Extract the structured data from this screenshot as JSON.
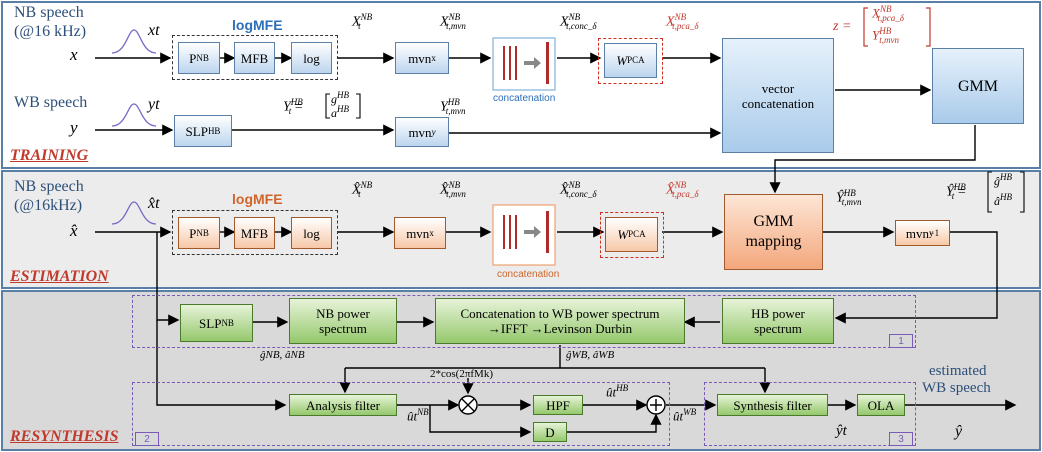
{
  "sections": {
    "training": "TRAINING",
    "estimation": "ESTIMATION",
    "resynthesis": "RESYNTHESIS"
  },
  "training": {
    "nb_speech": "NB speech",
    "nb_rate": "(@16 kHz)",
    "x_in": "x",
    "x_t": "xt",
    "logmfe": "logMFE",
    "p_nb": "P",
    "p_nb_sub": "NB",
    "mfb": "MFB",
    "log": "log",
    "x_nb": "X",
    "x_nb_sup": "NB",
    "x_nb_sub": "t",
    "x_mvn": "X",
    "x_mvn_sup": "NB",
    "x_mvn_sub": "t,mvn",
    "mvn_x": "mvn",
    "mvn_x_sub": "x",
    "x_conc": "X",
    "x_conc_sup": "NB",
    "x_conc_sub": "t,conc_δ",
    "concatenation": "concatenation",
    "w_pca": "W",
    "w_pca_sub": "PCA",
    "x_pca": "X",
    "x_pca_sup": "NB",
    "x_pca_sub": "t,pca_δ",
    "z_eq": "z =",
    "z_top": "X",
    "z_top_sup": "NB",
    "z_top_sub": "t,pca_δ",
    "z_bot": "Y",
    "z_bot_sup": "HB",
    "z_bot_sub": "t,mvn",
    "vector_concat": "vector concatenation",
    "gmm": "GMM",
    "wb_speech": "WB speech",
    "y_in": "y",
    "y_t": "yt",
    "slp_hb": "SLP",
    "slp_hb_sub": "HB",
    "y_hb": "Y",
    "y_hb_sup": "HB",
    "y_hb_sub": "t",
    "y_hb_eq": "=",
    "g_hb": "g",
    "g_hb_sup": "HB",
    "a_hb": "a",
    "a_hb_sup": "HB",
    "y_mvn": "Y",
    "y_mvn_sup": "HB",
    "y_mvn_sub": "t,mvn",
    "mvn_y": "mvn",
    "mvn_y_sub": "y"
  },
  "estimation": {
    "nb_speech": "NB speech",
    "nb_rate": "(@16kHz)",
    "x_in": "x̂",
    "x_t": "x̂t",
    "logmfe": "logMFE",
    "p_nb": "P",
    "p_nb_sub": "NB",
    "mfb": "MFB",
    "log": "log",
    "x_nb": "X̂",
    "x_nb_sup": "NB",
    "x_nb_sub": "t",
    "x_mvn": "X̂",
    "x_mvn_sup": "NB",
    "x_mvn_sub": "t,mvn",
    "mvn_x": "mvn",
    "mvn_x_sub": "x",
    "x_conc": "X̂",
    "x_conc_sup": "NB",
    "x_conc_sub": "t,conc_δ",
    "concatenation": "concatenation",
    "w_pca": "W",
    "w_pca_sub": "PCA",
    "x_pca": "X̂",
    "x_pca_sup": "NB",
    "x_pca_sub": "t,pca_δ",
    "gmm_mapping": "GMM mapping",
    "y_mvn": "Ŷ",
    "y_mvn_sup": "HB",
    "y_mvn_sub": "t,mvn",
    "y_hb": "Ŷ",
    "y_hb_sup": "HB",
    "y_hb_sub": "t",
    "y_hb_eq": "=",
    "g_hb": "ĝ",
    "g_hb_sup": "HB",
    "a_hb": "â",
    "a_hb_sup": "HB",
    "mvn_y_inv": "mvn",
    "mvn_y_inv_sub": "y",
    "mvn_y_inv_sup": "−1"
  },
  "resynthesis": {
    "slp_nb": "SLP",
    "slp_nb_sub": "NB",
    "nb_power": "NB power spectrum",
    "concat_wb_line1": "Concatenation to WB power spectrum",
    "concat_wb_line2": "→IFFT  →Levinson Durbin",
    "hb_power": "HB power spectrum",
    "g_nb_label": "ĝNB, âNB",
    "g_wb_label": "ĝWB, âWB",
    "cos_label": "2*cos(2πfMk)",
    "analysis_filter": "Analysis filter",
    "u_nb": "ût",
    "u_nb_sup": "NB",
    "hpf": "HPF",
    "u_hb": "ût",
    "u_hb_sup": "HB",
    "d_box": "D",
    "u_wb": "ût",
    "u_wb_sup": "WB",
    "synthesis_filter": "Synthesis filter",
    "ola": "OLA",
    "y_t": "ŷt",
    "y_out": "ŷ",
    "estimated": "estimated",
    "wb_speech_out": "WB speech",
    "num1": "1",
    "num2": "2",
    "num3": "3"
  },
  "colors": {
    "section_border": "#5a7fa6",
    "label_red": "#c0392b",
    "text_blue": "#2d4f7a",
    "training_bg": "#ffffff",
    "estimation_bg": "#ececec",
    "resynthesis_bg": "#d9d9d9"
  }
}
